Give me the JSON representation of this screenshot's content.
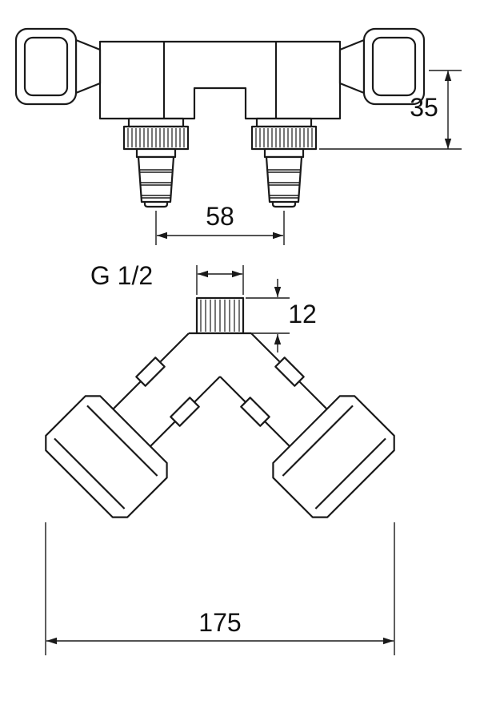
{
  "canvas": {
    "background": "#ffffff",
    "ink": "#1a1a1a"
  },
  "drawing": {
    "kind": "technical line drawing",
    "subject": "double valve fitting with two knurled hose outlets, front view above and top view below",
    "labels": {
      "dim_35": "35",
      "dim_58": "58",
      "thread": "G 1/2",
      "dim_12": "12",
      "dim_175": "175"
    }
  }
}
